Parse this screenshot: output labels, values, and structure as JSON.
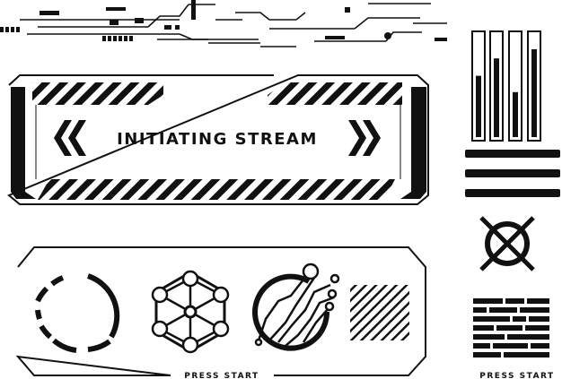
{
  "banner": {
    "title": "INITIATING STREAM"
  },
  "panel": {
    "button_label": "PRESS START"
  },
  "side_widget": {
    "button_label": "PRESS START",
    "level_bars": [
      0.6,
      0.77,
      0.44,
      0.86
    ]
  },
  "icons": [
    "circuit-lines-icon",
    "chevron-left-icon",
    "chevron-right-icon",
    "level-meter-icon",
    "target-x-icon",
    "segmented-ring-icon",
    "hexagon-network-icon",
    "circuit-circle-icon",
    "diagonal-stripes-icon",
    "brick-pattern-icon"
  ],
  "colors": {
    "ink": "#111111",
    "background": "#ffffff"
  }
}
